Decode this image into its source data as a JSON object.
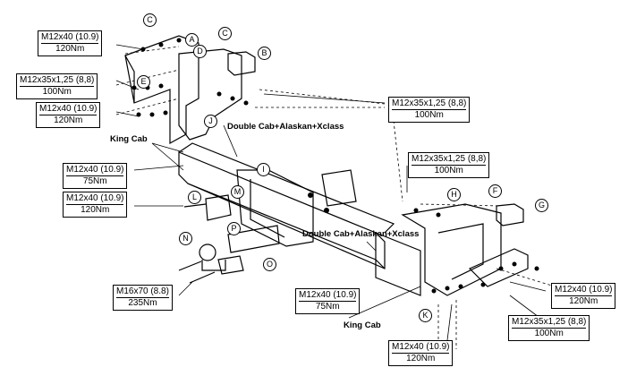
{
  "specs": {
    "s1": {
      "line1": "M12x40 (10.9)",
      "line2": "120Nm"
    },
    "s2": {
      "line1": "M12x35x1,25 (8,8)",
      "line2": "100Nm"
    },
    "s3": {
      "line1": "M12x40 (10.9)",
      "line2": "120Nm"
    },
    "s4": {
      "line1": "M12x40 (10.9)",
      "line2": "75Nm"
    },
    "s5": {
      "line1": "M12x40 (10.9)",
      "line2": "120Nm"
    },
    "s6": {
      "line1": "M16x70 (8.8)",
      "line2": "235Nm"
    },
    "s7": {
      "line1": "M12x35x1,25 (8,8)",
      "line2": "100Nm"
    },
    "s8": {
      "line1": "M12x35x1,25 (8,8)",
      "line2": "100Nm"
    },
    "s9": {
      "line1": "M12x40 (10.9)",
      "line2": "75Nm"
    },
    "s10": {
      "line1": "M12x40 (10.9)",
      "line2": "120Nm"
    },
    "s11": {
      "line1": "M12x35x1,25 (8,8)",
      "line2": "100Nm"
    },
    "s12": {
      "line1": "M12x40 (10.9)",
      "line2": "120Nm"
    }
  },
  "labels": {
    "king_cab_top": "King Cab",
    "double_cab_top": "Double Cab+Alaskan+Xclass",
    "double_cab_mid": "Double Cab+Alaskan+Xclass",
    "king_cab_bottom": "King Cab"
  },
  "callouts": {
    "A": "A",
    "B": "B",
    "C1": "C",
    "C2": "C",
    "D": "D",
    "E": "E",
    "F": "F",
    "G": "G",
    "H": "H",
    "I": "I",
    "J": "J",
    "K": "K",
    "L": "L",
    "M": "M",
    "N": "N",
    "O": "O",
    "P": "P"
  }
}
